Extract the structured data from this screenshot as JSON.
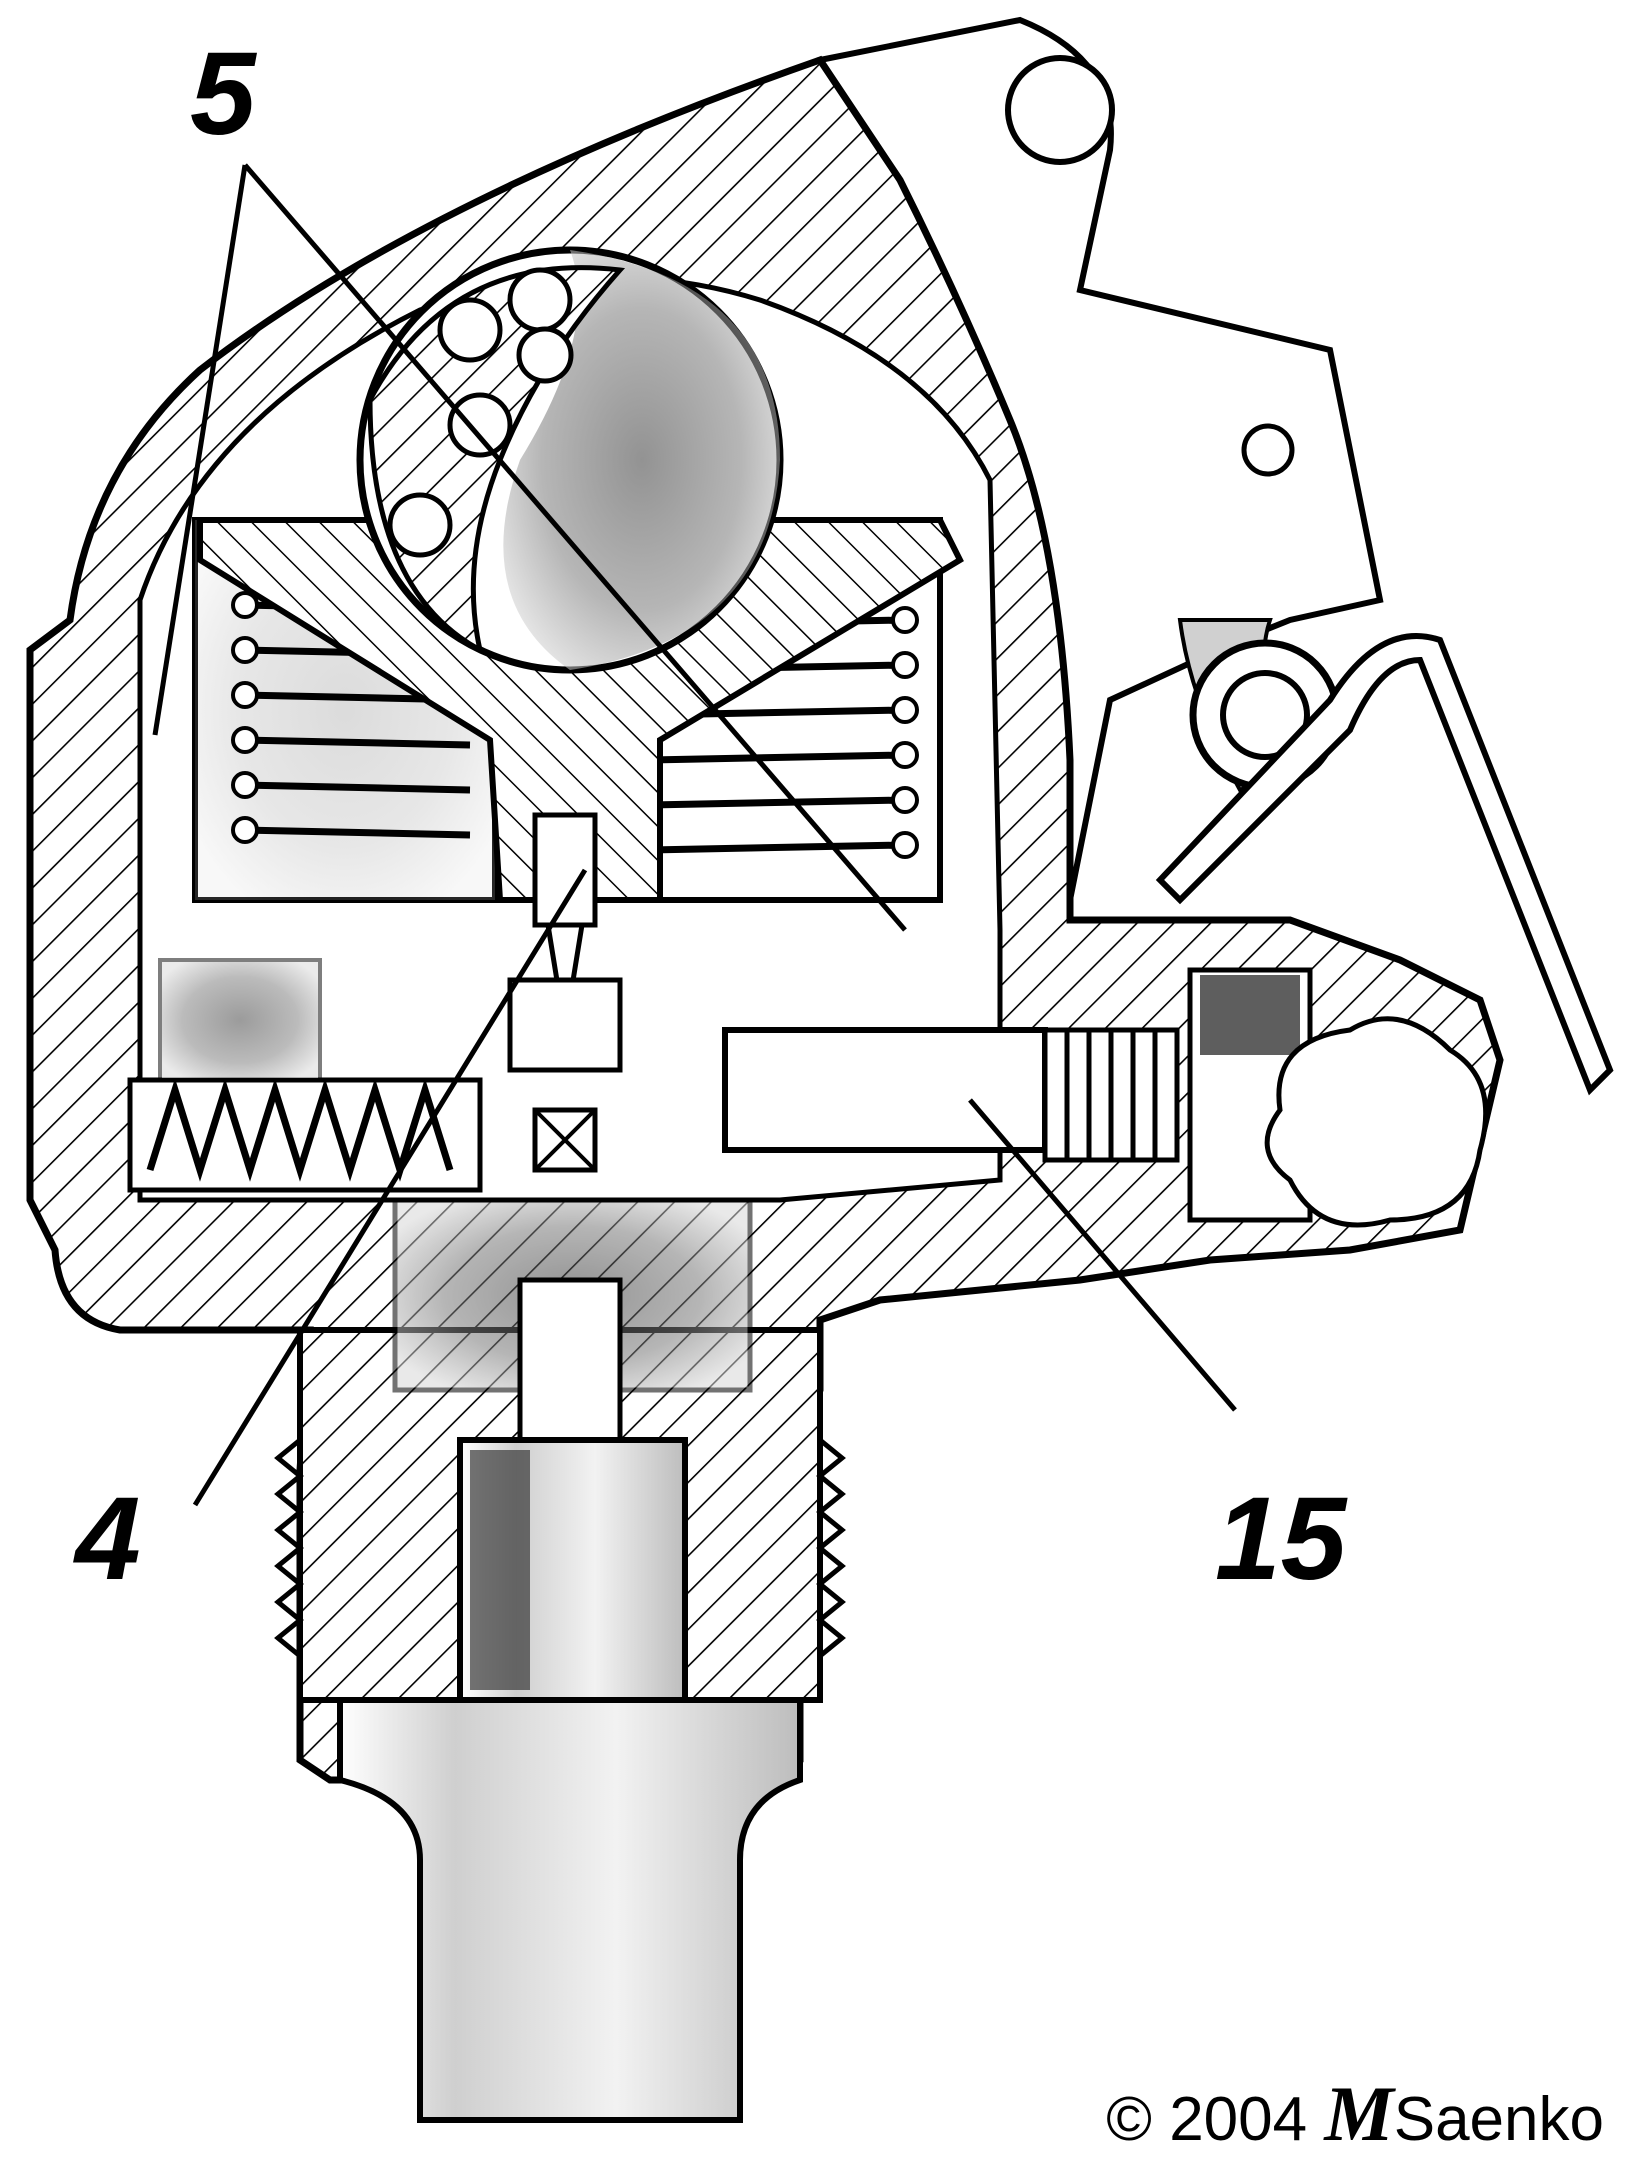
{
  "callouts": {
    "five": "5",
    "four": "4",
    "fifteen": "15"
  },
  "credit": {
    "prefix": "© 2004",
    "initial": "M",
    "surname": "Saenko"
  },
  "colors": {
    "ink": "#000000",
    "paper": "#ffffff",
    "shade": "#6f6f6f"
  }
}
